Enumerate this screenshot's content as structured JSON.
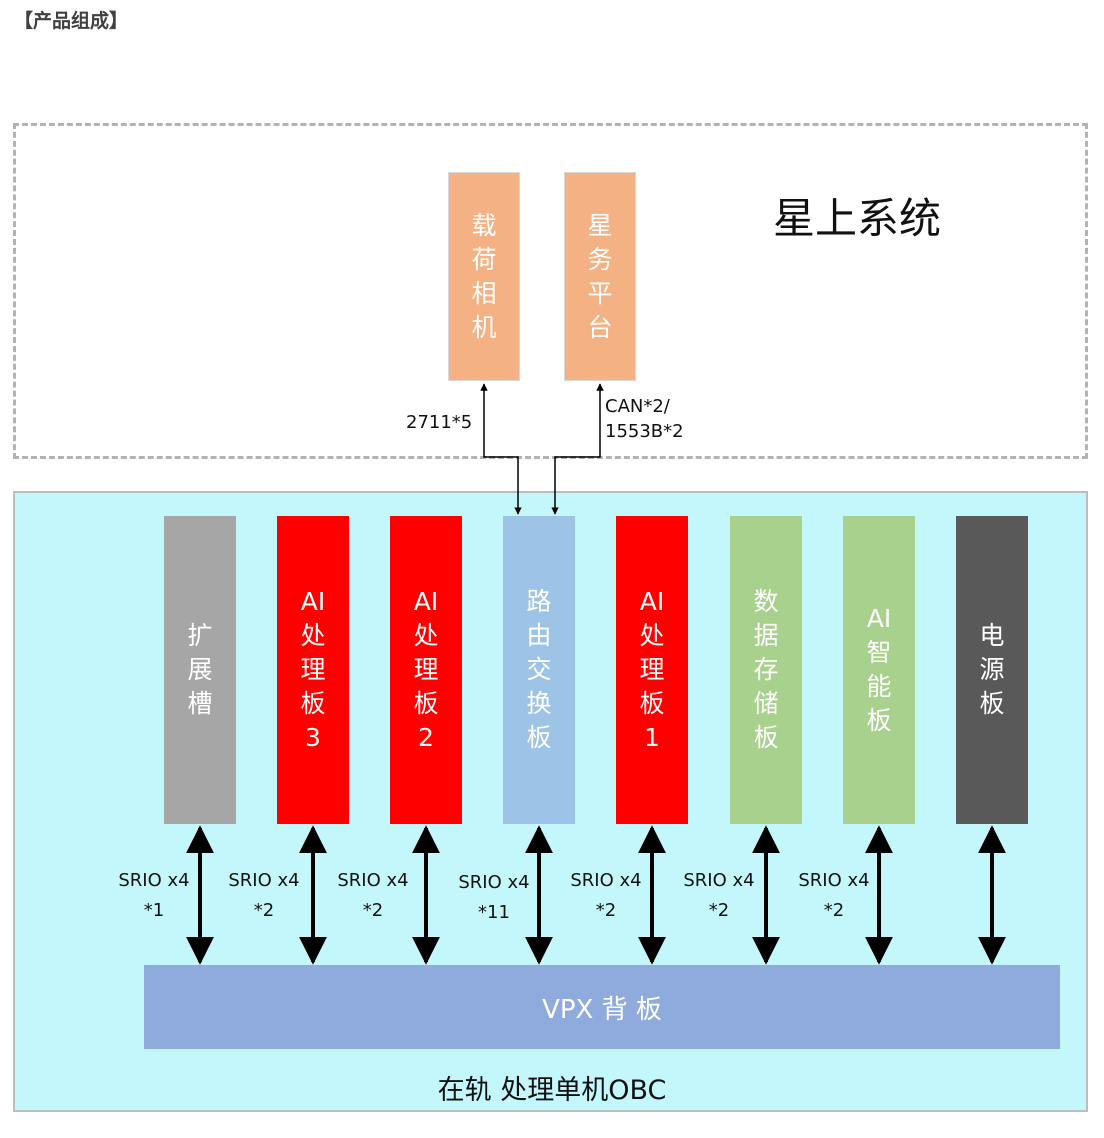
{
  "heading": "【产品组成】",
  "satellite_system": {
    "title": "星上系统",
    "cards": [
      {
        "lines": [
          "载",
          "荷",
          "相",
          "机"
        ],
        "color": "#f4b183"
      },
      {
        "lines": [
          "星",
          "务",
          "平",
          "台"
        ],
        "color": "#f4b183"
      }
    ],
    "links": [
      {
        "label": "2711*5"
      },
      {
        "label_lines": [
          "CAN*2/",
          "1553B*2"
        ]
      }
    ]
  },
  "obc": {
    "label": "在轨 处理单机OBC",
    "backplane": "VPX 背 板",
    "slots": [
      {
        "lines": [
          "扩",
          "展",
          "槽"
        ],
        "color": "#a6a6a6",
        "srio": [
          "SRIO x4",
          "*1"
        ]
      },
      {
        "lines": [
          "AI",
          "处",
          "理",
          "板",
          "3"
        ],
        "color": "#ff0000",
        "srio": [
          "SRIO x4",
          "*2"
        ]
      },
      {
        "lines": [
          "AI",
          "处",
          "理",
          "板",
          "2"
        ],
        "color": "#ff0000",
        "srio": [
          "SRIO x4",
          "*2"
        ]
      },
      {
        "lines": [
          "路",
          "由",
          "交",
          "换",
          "板"
        ],
        "color": "#9dc3e6",
        "srio": [
          "SRIO x4",
          "*11"
        ]
      },
      {
        "lines": [
          "AI",
          "处",
          "理",
          "板",
          "1"
        ],
        "color": "#ff0000",
        "srio": [
          "SRIO x4",
          "*2"
        ]
      },
      {
        "lines": [
          "数",
          "据",
          "存",
          "储",
          "板"
        ],
        "color": "#a9d18e",
        "srio": [
          "SRIO x4",
          "*2"
        ]
      },
      {
        "lines": [
          "AI",
          "智",
          "能",
          "板"
        ],
        "color": "#a9d18e",
        "srio": [
          "SRIO x4",
          "*2"
        ]
      },
      {
        "lines": [
          "电",
          "源",
          "板"
        ],
        "color": "#595959",
        "srio": []
      }
    ]
  },
  "colors": {
    "obc_background": "#c4f7fb",
    "backplane": "#8faadc",
    "dashed_border": "#b3b3b3"
  }
}
